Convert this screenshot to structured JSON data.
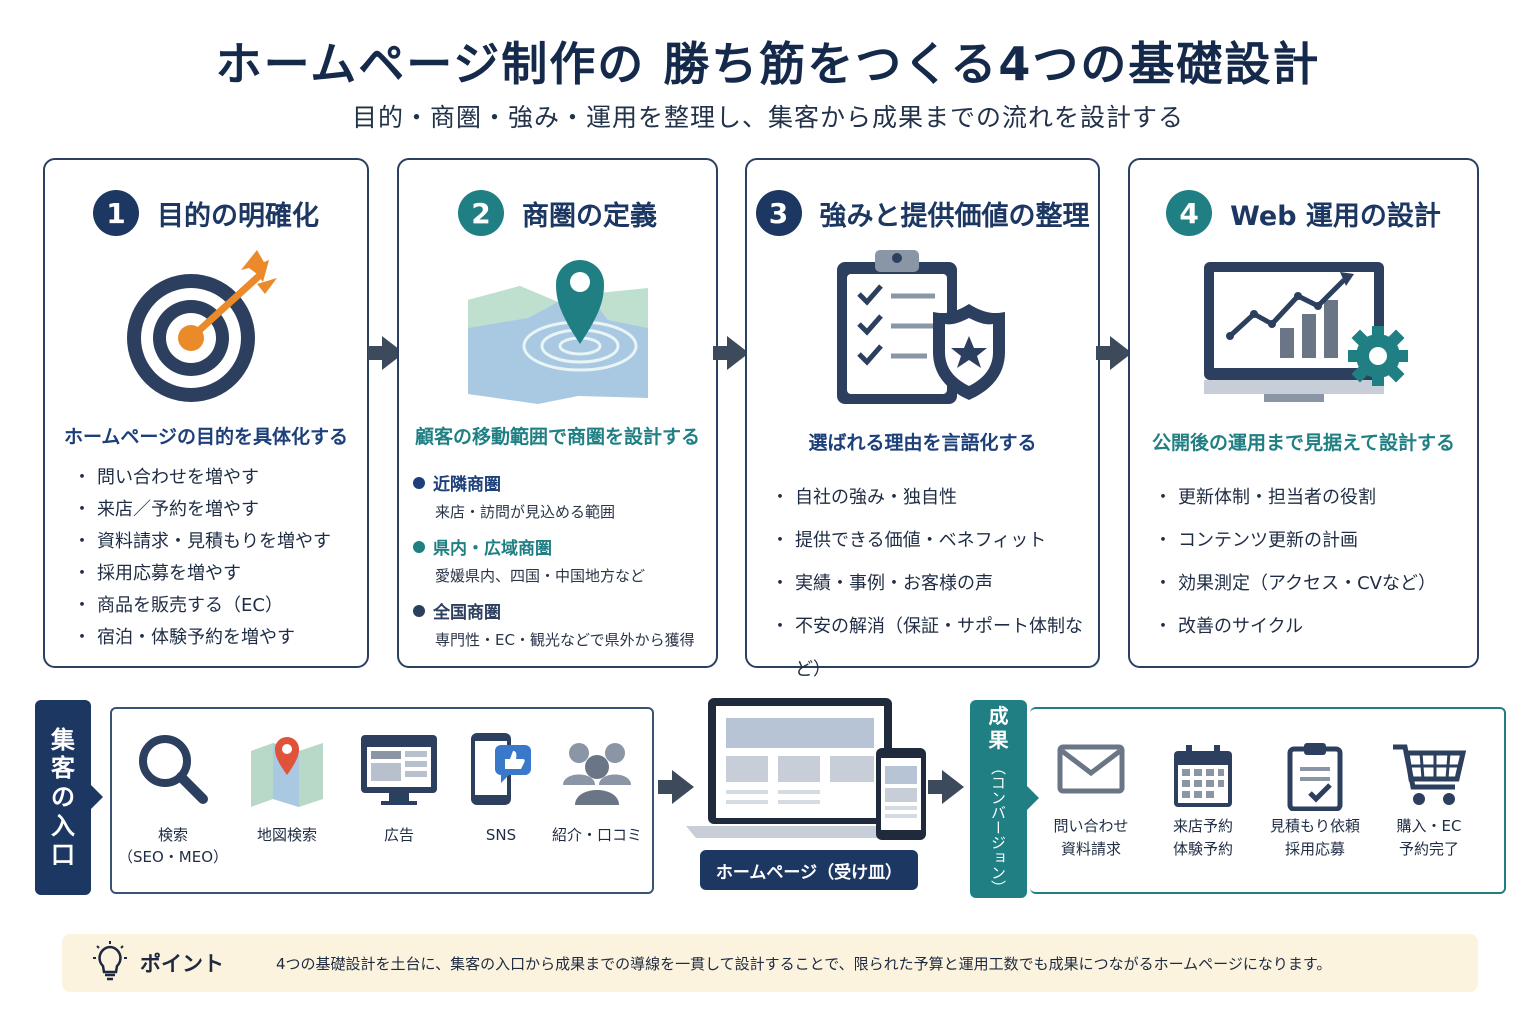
{
  "header": {
    "title": "ホームページ制作の 勝ち筋をつくる4つの基礎設計",
    "subtitle": "目的・商圏・強み・運用を整理し、集客から成果までの流れを設計する"
  },
  "cards": [
    {
      "number": "1",
      "title": "目的の明確化",
      "subtitle": "ホームページの目的を具体化する",
      "items": [
        "問い合わせを増やす",
        "来店／予約を増やす",
        "資料請求・見積もりを増やす",
        "採用応募を増やす",
        "商品を販売する（EC）",
        "宿泊・体験予約を増やす"
      ]
    },
    {
      "number": "2",
      "title": "商圏の定義",
      "subtitle": "顧客の移動範囲で商圏を設計する",
      "areas": [
        {
          "name": "近隣商圏",
          "desc": "来店・訪問が見込める範囲"
        },
        {
          "name": "県内・広域商圏",
          "desc": "愛媛県内、四国・中国地方など"
        },
        {
          "name": "全国商圏",
          "desc": "専門性・EC・観光などで県外から獲得"
        }
      ]
    },
    {
      "number": "3",
      "title": "強みと提供価値の整理",
      "subtitle": "選ばれる理由を言語化する",
      "items": [
        "自社の強み・独自性",
        "提供できる価値・ベネフィット",
        "実績・事例・お客様の声",
        "不安の解消（保証・サポート体制など）"
      ]
    },
    {
      "number": "4",
      "title": "Web 運用の設計",
      "subtitle": "公開後の運用まで見据えて設計する",
      "items": [
        "更新体制・担当者の役割",
        "コンテンツ更新の計画",
        "効果測定（アクセス・CVなど）",
        "改善のサイクル"
      ]
    }
  ],
  "entry": {
    "tag": [
      "集",
      "客",
      "の",
      "入",
      "口"
    ],
    "channels": [
      {
        "line1": "検索",
        "line2": "（SEO・MEO）"
      },
      {
        "line1": "地図検索",
        "line2": ""
      },
      {
        "line1": "広告",
        "line2": ""
      },
      {
        "line1": "SNS",
        "line2": ""
      },
      {
        "line1": "紹介・口コミ",
        "line2": ""
      }
    ]
  },
  "homepage_label": "ホームページ（受け皿）",
  "result": {
    "tag_main": [
      "成",
      "果"
    ],
    "tag_sub": "（コンバージョン）",
    "items": [
      {
        "line1": "問い合わせ",
        "line2": "資料請求"
      },
      {
        "line1": "来店予約",
        "line2": "体験予約"
      },
      {
        "line1": "見積もり依頼",
        "line2": "採用応募"
      },
      {
        "line1": "購入・EC",
        "line2": "予約完了"
      }
    ]
  },
  "point": {
    "label": "ポイント",
    "text": "4つの基礎設計を土台に、集客の入口から成果までの導線を一貫して設計することで、限られた予算と運用工数でも成果につながるホームページになります。"
  },
  "colors": {
    "navy": "#1d3763",
    "teal": "#1f7f83",
    "orange": "#ea8a2a",
    "point_bg": "#fcf3df"
  },
  "icons": [
    "target-icon",
    "map-pin-icon",
    "clipboard-shield-icon",
    "monitor-chart-gear-icon",
    "search-icon",
    "map-icon",
    "ad-screen-icon",
    "smartphone-like-icon",
    "people-icon",
    "mail-icon",
    "calendar-icon",
    "clipboard-check-icon",
    "cart-icon",
    "lightbulb-icon"
  ]
}
